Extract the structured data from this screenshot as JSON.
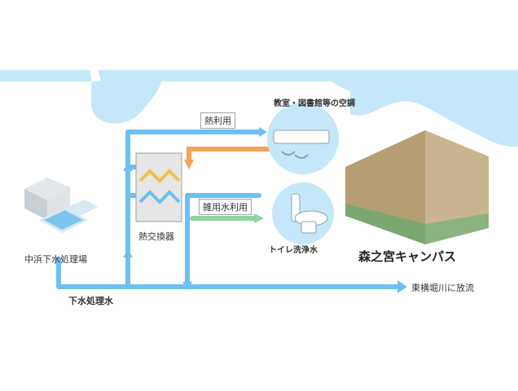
{
  "plant": {
    "label": "中浜下水処理場"
  },
  "flow": {
    "source_label": "下水処理水",
    "discharge_label": "東横堀川に放流",
    "heat_use_label": "熱利用",
    "gray_water_label": "雑用水利用"
  },
  "exchanger": {
    "label": "熱交換器"
  },
  "uses": {
    "air_conditioning": "教室・図書館等の空調",
    "toilet": "トイレ洗浄水"
  },
  "campus": {
    "label": "森之宮キャンパス"
  },
  "colors": {
    "water": "#6cc0f2",
    "warm": "#f6a25a",
    "gray_water": "#8fd4a0",
    "sky": "#bfe6f8"
  }
}
